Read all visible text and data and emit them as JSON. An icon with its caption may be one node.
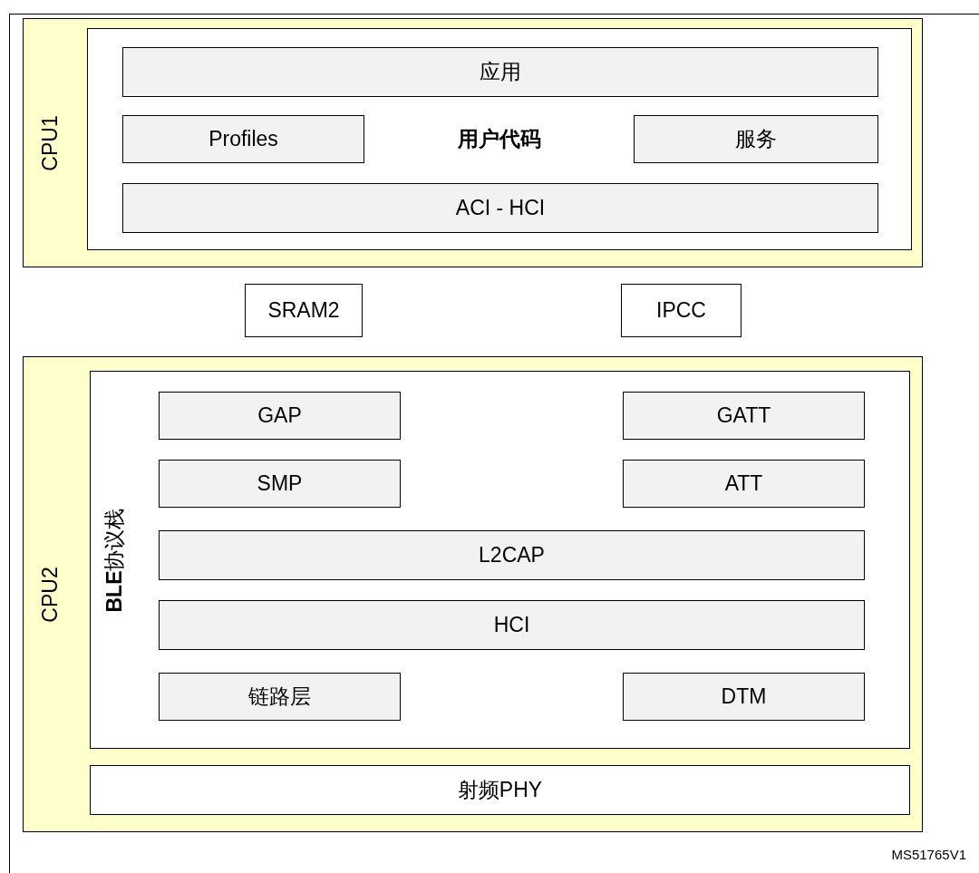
{
  "diagram": {
    "nodes": [
      {
        "text": [
          "CPU1"
        ]
      },
      {
        "text": [
          "用户代码"
        ],
        "in": 0
      },
      {
        "text": [
          "应用"
        ],
        "in": 1
      },
      {
        "text": [
          "Profiles"
        ],
        "in": 1
      },
      {
        "text": [
          "服务"
        ],
        "in": 1
      },
      {
        "text": [
          "ACI - HCI"
        ],
        "in": 1
      },
      {
        "text": [
          "SRAM2"
        ]
      },
      {
        "text": [
          "IPCC"
        ]
      },
      {
        "text": [
          "CPU2"
        ]
      },
      {
        "text": [
          "**BLE**协议栈"
        ],
        "in": 8
      },
      {
        "text": [
          "GAP"
        ],
        "in": 9
      },
      {
        "text": [
          "GATT"
        ],
        "in": 9
      },
      {
        "text": [
          "SMP"
        ],
        "in": 9
      },
      {
        "text": [
          "ATT"
        ],
        "in": 9
      },
      {
        "text": [
          "L2CAP"
        ],
        "in": 9
      },
      {
        "text": [
          "HCI"
        ],
        "in": 9
      },
      {
        "text": [
          "链路层"
        ],
        "in": 9
      },
      {
        "text": [
          "DTM"
        ],
        "in": 9
      },
      {
        "text": [
          "射频PHY"
        ],
        "in": 8
      }
    ],
    "edges": [],
    "labels": [
      "MS51765V1"
    ]
  }
}
